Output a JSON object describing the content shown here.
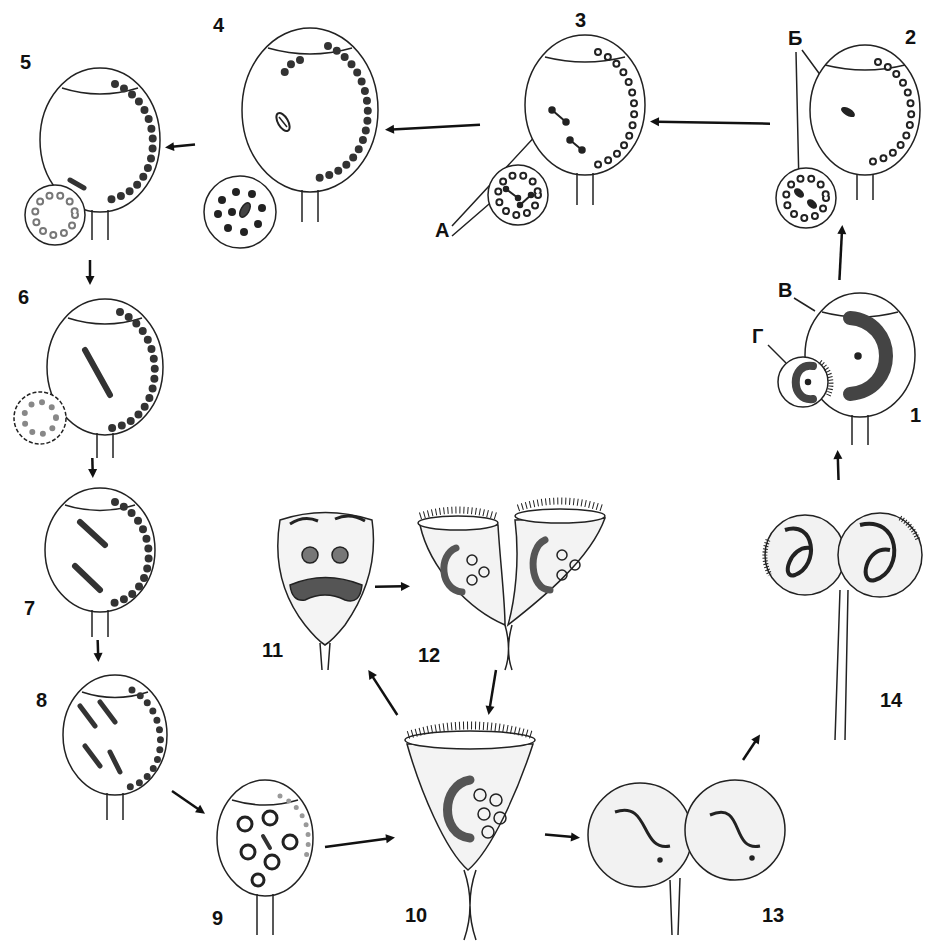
{
  "diagram": {
    "nodes": [
      {
        "text": [
          "1"
        ]
      },
      {
        "text": [
          "2"
        ]
      },
      {
        "text": [
          "3"
        ]
      },
      {
        "text": [
          "4"
        ]
      },
      {
        "text": [
          "5"
        ]
      },
      {
        "text": [
          "6"
        ]
      },
      {
        "text": [
          "7"
        ]
      },
      {
        "text": [
          "8"
        ]
      },
      {
        "text": [
          "9"
        ]
      },
      {
        "text": [
          "10"
        ]
      },
      {
        "text": [
          "11"
        ]
      },
      {
        "text": [
          "12"
        ]
      },
      {
        "text": [
          "13"
        ]
      },
      {
        "text": [
          "14"
        ]
      }
    ],
    "edges": [
      {
        "from": 0,
        "to": 1,
        "arrow": "to"
      },
      {
        "from": 1,
        "to": 2,
        "arrow": "to"
      },
      {
        "from": 2,
        "to": 3,
        "arrow": "to"
      },
      {
        "from": 3,
        "to": 4,
        "arrow": "to"
      },
      {
        "from": 4,
        "to": 5,
        "arrow": "to"
      },
      {
        "from": 5,
        "to": 6,
        "arrow": "to"
      },
      {
        "from": 6,
        "to": 7,
        "arrow": "to"
      },
      {
        "from": 7,
        "to": 8,
        "arrow": "to"
      },
      {
        "from": 8,
        "to": 9,
        "arrow": "to"
      },
      {
        "from": 9,
        "to": 10,
        "arrow": "to"
      },
      {
        "from": 10,
        "to": 11,
        "arrow": "to"
      },
      {
        "from": 11,
        "to": 9,
        "arrow": "to"
      },
      {
        "from": 9,
        "to": 12,
        "arrow": "to"
      },
      {
        "from": 12,
        "to": 13,
        "arrow": "to"
      },
      {
        "from": 13,
        "to": 0,
        "arrow": "to"
      }
    ],
    "labels": [
      "А",
      "Б",
      "В",
      "Г"
    ]
  }
}
